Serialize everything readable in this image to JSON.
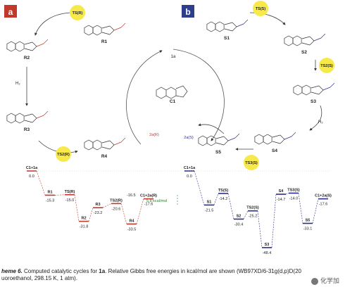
{
  "panels": {
    "a": "a",
    "b": "b"
  },
  "ts_badges": {
    "a": [
      "TS(R)",
      "TS2(R)"
    ],
    "b": [
      "TS(S)",
      "TS2(S)",
      "TS3(S)"
    ]
  },
  "cycle_a": [
    "R1",
    "R2",
    "R3",
    "R4"
  ],
  "cycle_b": [
    "S1",
    "S2",
    "S3",
    "S4",
    "S5"
  ],
  "center": {
    "c1": "C1",
    "substrate": "1a",
    "h2": "H₂",
    "prod_r": "2a(R)",
    "prod_s": "2a(S)",
    "h2_a": "H₂"
  },
  "profile_a": {
    "color": "#c0392b",
    "start_label": "C1+1a",
    "end_label": "C1+2a(R)",
    "levels": [
      {
        "label": "C1+1a",
        "value": 0.0,
        "text": "0.0"
      },
      {
        "label": "R1",
        "value": -15.3,
        "text": "-15.3"
      },
      {
        "label": "TS(R)",
        "value": -15.0,
        "text": "-15.0"
      },
      {
        "label": "R2",
        "value": -31.8,
        "text": "-31.8"
      },
      {
        "label": "R3",
        "value": -23.2,
        "text": "-23.2"
      },
      {
        "label": "TS2(R)",
        "value": -20.6,
        "text": "-20.6"
      },
      {
        "label": "R4",
        "value": -33.5,
        "text": "-33.5"
      },
      {
        "label": "C1+2a(R)",
        "value": -17.6,
        "text": "-17.6"
      }
    ],
    "extra_texts": [
      "-16.5"
    ]
  },
  "profile_b": {
    "color": "#2c2c8c",
    "levels": [
      {
        "label": "C1+1a",
        "value": 0.0,
        "text": "0.0"
      },
      {
        "label": "S1",
        "value": -21.5,
        "text": "-21.5"
      },
      {
        "label": "TS(S)",
        "value": -14.2,
        "text": "-14.2"
      },
      {
        "label": "S2",
        "value": -30.4,
        "text": "-30.4"
      },
      {
        "label": "TS2(S)",
        "value": -25.2,
        "text": "-25.2"
      },
      {
        "label": "S3",
        "value": -48.4,
        "text": "-48.4"
      },
      {
        "label": "S4",
        "value": -14.7,
        "text": "-14.7"
      },
      {
        "label": "TS3(S)",
        "value": -14.0,
        "text": "-14.0"
      },
      {
        "label": "S5",
        "value": -33.1,
        "text": "-33.1"
      },
      {
        "label": "C1+2a(S)",
        "value": -17.6,
        "text": "-17.6"
      }
    ]
  },
  "barrier_note": "5.8 kcal/mol",
  "caption": {
    "prefix": "heme 6.",
    "body": " Computed catalytic cycles for ",
    "bold1": "1a",
    "body2": ". Relative Gibbs free energies in kcal/mol are shown (WB97XD/6-31g(d,p)",
    "body3": "D(20",
    "line2": "uoroethanol, 298.15 K, 1 atm)."
  },
  "watermark": "化学加",
  "colors": {
    "badge": "#f7e94a",
    "red": "#c0392b",
    "blue": "#2c2c8c",
    "panel_a": "#c0392b",
    "panel_b": "#2c3e8c"
  }
}
